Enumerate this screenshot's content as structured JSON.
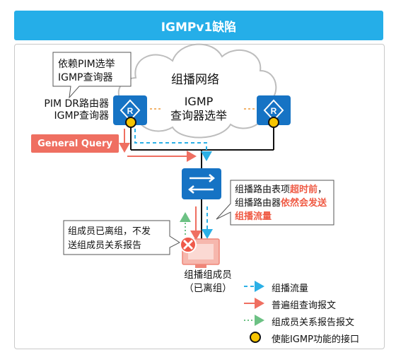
{
  "title": "IGMPv1缺陷",
  "cloud": {
    "label": "组播网络",
    "election_line1": "IGMP",
    "election_line2": "查询器选举"
  },
  "callout_pim": {
    "line1": "依赖PIM选举",
    "line2": "IGMP查询器"
  },
  "router_left_label": {
    "line1": "PIM DR路由器",
    "line2": "IGMP查询器"
  },
  "general_query_label": "General Query",
  "callout_table": {
    "part1": "组播路由表项",
    "part2_em": "超时前",
    "part3": "，组播路由器",
    "part4_em": "依然会发送组播流量"
  },
  "callout_member": {
    "line1": "组成员已离组，不发",
    "line2": "送组成员关系报告"
  },
  "member_label": {
    "line1": "组播组成员",
    "line2": "（已离组）"
  },
  "legend": [
    {
      "style": "blue-dashed",
      "label": "组播流量"
    },
    {
      "style": "red-solid",
      "label": "普遍组查询报文"
    },
    {
      "style": "green-dotted",
      "label": "组成员关系报告报文"
    },
    {
      "style": "yellow-dot",
      "label": "使能IGMP功能的接口"
    }
  ],
  "colors": {
    "title_bg": "#25aee8",
    "router": "#1673c4",
    "multicast": "#2bb0e6",
    "query": "#ef6f61",
    "report": "#6cc184",
    "interface": "#f6c400",
    "highlight_text": "#ef5a44"
  }
}
